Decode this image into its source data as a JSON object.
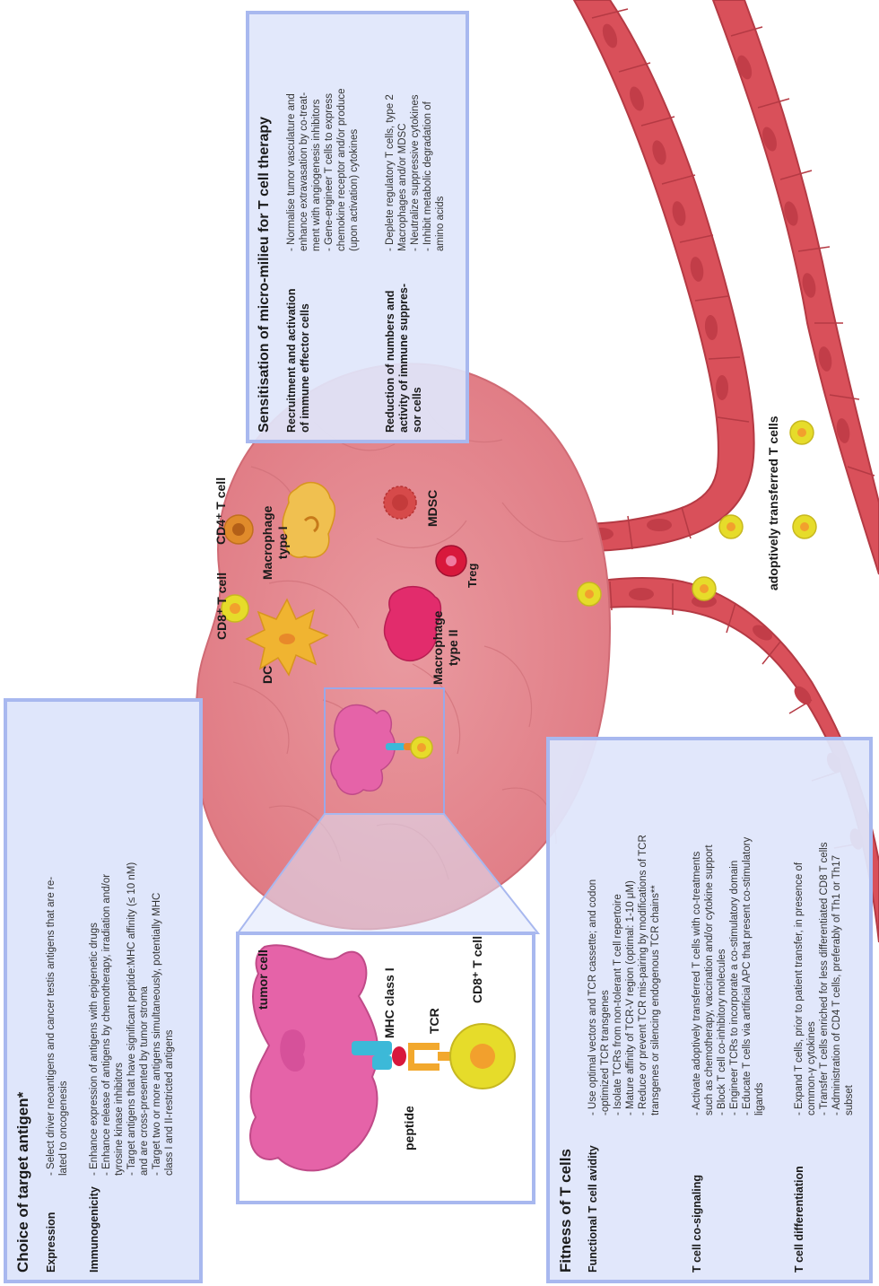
{
  "colors": {
    "box_fill": "#dfe6fb",
    "box_border": "#a8b8ef",
    "tumor": "#e3868d",
    "vessel": "#d9505a",
    "tumor_cell": "#e0559e",
    "t_cell": "#e6dc2a",
    "dc_macrophage1": "#f0b431",
    "cd4": "#e08b2b",
    "mdsc": "#d64a4a",
    "treg": "#d8183c",
    "macrophage2": "#e22c6c"
  },
  "cell_labels": {
    "cd8": "CD8⁺ T cell",
    "cd4": "CD4⁺ T cell",
    "dc": "DC",
    "mac1_a": "Macrophage",
    "mac1_b": "type I",
    "mac2_a": "Macrophage",
    "mac2_b": "type II",
    "mdsc": "MDSC",
    "treg": "Treg",
    "transferred": "adoptively transferred T cells"
  },
  "inset": {
    "tumor_cell": "tumor cell",
    "mhc": "MHC class I",
    "tcr": "TCR",
    "peptide": "peptide",
    "cd8": "CD8⁺ T cell"
  },
  "antigen_box": {
    "title": "Choice of target antigen*",
    "expression_heading": "Expression",
    "expression_items": [
      "- Select driver neoantigens and cancer testis antigens that are re-",
      "  lated to oncogenesis"
    ],
    "immuno_heading": "Immunogenicity",
    "immuno_items": [
      "- Enhance expression of antigens with epigenetic drugs",
      "- Enhance release of antigens by chemotherapy, irradiation and/or",
      "  tyrosine kinase inhibitors",
      "- Target antigens that have significant peptide:MHC affinity (≤ 10 nM)",
      "  and are cross-presented by tumor stroma",
      "- Target two or more antigens simultaneously, potentially MHC",
      "  class I and II-restricted antigens"
    ]
  },
  "milieu_box": {
    "title": "Sensitisation of micro-milieu for T cell therapy",
    "recruit_heading": [
      "Recruitment and activation",
      "of immune effector cells"
    ],
    "recruit_items": [
      "- Normalise tumor vasculature and",
      "  enhance extravasation by co-treat-",
      "  ment with angiogenesis inhibitors",
      "- Gene-engineer T cells to express",
      "  chemokine receptor and/or produce",
      "  (upon activation) cytokines"
    ],
    "reduce_heading": [
      "Reduction of numbers and",
      "activity of immune suppres-",
      "sor cells"
    ],
    "reduce_items": [
      "- Deplete regulatory T cells, type 2",
      "  Macrophages and/or MDSC",
      "- Neutralize suppressive cytokines",
      "- Inhibit metabolic degradation of",
      "  amino acids"
    ]
  },
  "fitness_box": {
    "title": "Fitness of T cells",
    "avidity_heading": "Functional T cell avidity",
    "avidity_items": [
      "- Use optimal vectors and TCR cassette; and codon",
      "  -optimized TCR transgenes",
      "- Isolate TCRs from non-tolerant T cell repertoire",
      "- Mature affinity of TCR-V region (optimal: 1-10 μM)",
      "- Reduce or prevent TCR mis-pairing by modifications of TCR",
      "  transgenes or silencing endogenous TCR chains**"
    ],
    "cosignal_heading": "T cell co-signaling",
    "cosignal_items": [
      "- Activate adoptively transferred T cells with co-treatments",
      "  such as chemotherapy, vaccination and/or cytokine support",
      "- Block T cell co-inhibitory molecules",
      "- Engineer TCRs to incorporate a co-stimulatory domain",
      "- Educate T cells via artificial APC that present co-stimulatory",
      "  ligands"
    ],
    "diff_heading": "T cell differentiation",
    "diff_items": [
      "- Expand T cells, prior to patient transfer, in presence of",
      "  common-γ cytokines",
      "- Transfer T cells enriched for less differentiated CD8 T cells",
      "- Administration of CD4 T cells, preferably of Th1 or Th17",
      "  subset"
    ]
  }
}
